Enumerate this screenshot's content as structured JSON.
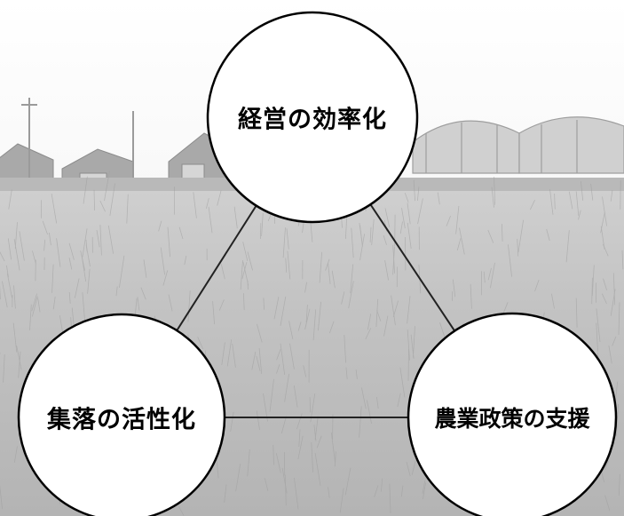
{
  "diagram": {
    "nodes": {
      "top": {
        "label": "経営の効率化"
      },
      "left": {
        "label": "集落の活性化"
      },
      "right": {
        "label": "農業政策の支援"
      }
    },
    "edges": [
      {
        "from": "top",
        "to": "left"
      },
      {
        "from": "top",
        "to": "right"
      },
      {
        "from": "left",
        "to": "right"
      }
    ]
  },
  "colors": {
    "node_fill": "#ffffff",
    "node_stroke": "#000000",
    "edge_stroke": "#222222",
    "sky": "#f4f4f4",
    "field": "#c9c9c9"
  }
}
